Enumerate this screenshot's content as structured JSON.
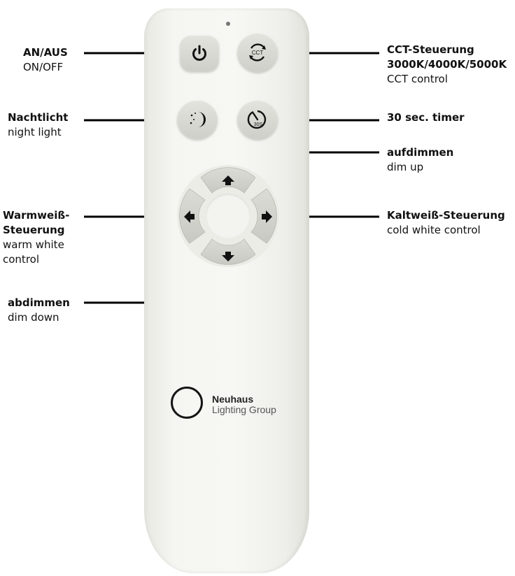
{
  "labels": {
    "on_off_de": "AN/AUS",
    "on_off_en": "ON/OFF",
    "night_light_de": "Nachtlicht",
    "night_light_en": "night light",
    "warm_white_de_1": "Warmweiß-",
    "warm_white_de_2": "Steuerung",
    "warm_white_en_1": "warm white",
    "warm_white_en_2": "control",
    "dim_down_de": "abdimmen",
    "dim_down_en": "dim down",
    "cct_de": "CCT-Steuerung",
    "cct_values": "3000K/4000K/5000K",
    "cct_en": "CCT control",
    "timer": "30 sec. timer",
    "dim_up_de": "aufdimmen",
    "dim_up_en": "dim up",
    "cold_white_de": "Kaltweiß-Steuerung",
    "cold_white_en": "cold white control"
  },
  "buttons": {
    "cct_text": "CCT",
    "timer_text": "30S"
  },
  "logo": {
    "name": "Neuhaus",
    "sub": "Lighting Group"
  },
  "icons": [
    "power-icon",
    "cct-cycle-icon",
    "moon-icon",
    "timer-icon",
    "arrow-up-icon",
    "arrow-down-icon",
    "arrow-left-icon",
    "arrow-right-icon"
  ],
  "colors": {
    "remote_body": "#f4f4f0",
    "button": "#d8d8d2",
    "leader_line": "#000000"
  }
}
